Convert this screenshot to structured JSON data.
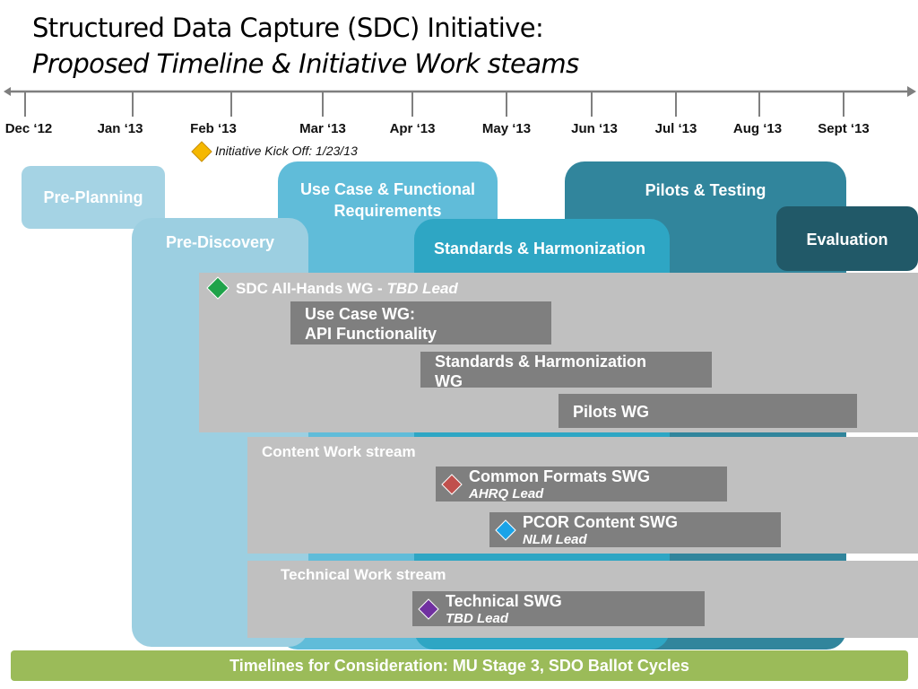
{
  "header": {
    "title": "Structured Data Capture (SDC) Initiative:",
    "subtitle": "Proposed Timeline & Initiative Work steams"
  },
  "timeline": {
    "months": [
      "Dec ‘12",
      "Jan ‘13",
      "Feb ‘13",
      "Mar ‘13",
      "Apr ‘13",
      "May ‘13",
      "Jun ‘13",
      "Jul ‘13",
      "Aug ‘13",
      "Sept ‘13"
    ],
    "kickoff": "Initiative Kick Off: 1/23/13",
    "colors": {
      "axis": "#7f7f7f",
      "kickoff_diamond": "#f5b800"
    }
  },
  "phases": {
    "pre_planning": "Pre-Planning",
    "pre_discovery": "Pre-Discovery",
    "use_case": "Use Case & Functional Requirements",
    "standards": "Standards & Harmonization",
    "pilots": "Pilots & Testing",
    "evaluation": "Evaluation",
    "colors": {
      "pre_planning": "#a5d3e4",
      "pre_discovery": "#9ccfe1",
      "use_case": "#60bcd9",
      "standards": "#2ea6c4",
      "pilots": "#31859c",
      "evaluation": "#215968"
    }
  },
  "all_hands": {
    "title": "SDC All-Hands WG - ",
    "title_lead": "TBD Lead",
    "diamond_color": "#1fa34a",
    "use_case_wg": {
      "line1": "Use Case WG:",
      "line2": "API Functionality"
    },
    "standards_wg": {
      "line1": "Standards & Harmonization",
      "line2": "WG"
    },
    "pilots_wg": "Pilots WG"
  },
  "content_stream": {
    "title": "Content Work stream",
    "common_formats": {
      "name": "Common Formats SWG",
      "lead": "AHRQ Lead",
      "diamond_color": "#c0504d"
    },
    "pcor": {
      "name": "PCOR Content SWG",
      "lead": "NLM Lead",
      "diamond_color": "#1aa3e8"
    }
  },
  "technical_stream": {
    "title": "Technical Work stream",
    "technical_swg": {
      "name": "Technical SWG",
      "lead": "TBD Lead",
      "diamond_color": "#7030a0"
    }
  },
  "footer": {
    "text": "Timelines for Consideration: MU Stage 3, SDO Ballot Cycles",
    "color": "#9bbb59"
  }
}
